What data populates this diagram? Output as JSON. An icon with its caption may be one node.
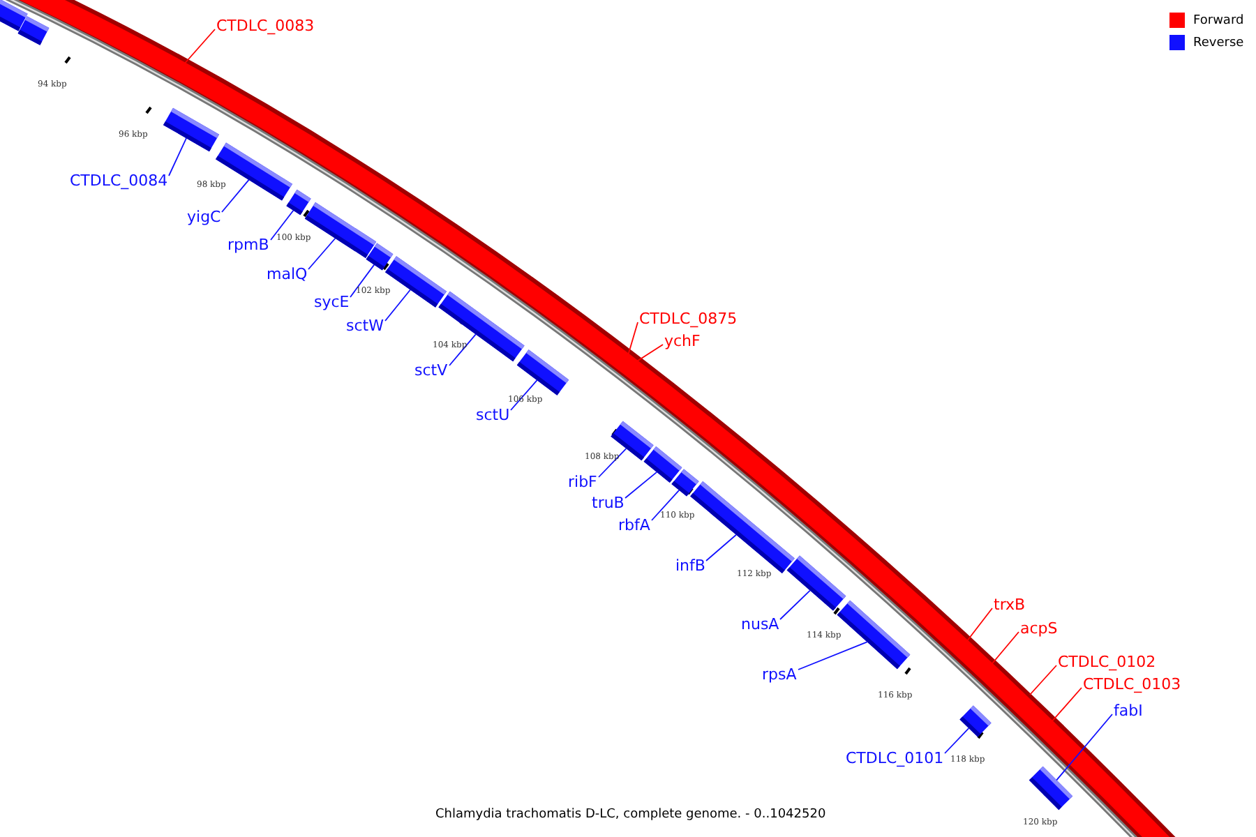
{
  "diagram": {
    "caption": "Chlamydia trachomatis D-LC, complete genome. - 0..1042520",
    "nodes": [
      {
        "text": [],
        "shape": "bar"
      },
      {
        "text": [],
        "shape": "bar"
      },
      {
        "text": [],
        "shape": "bar"
      },
      {
        "text": [],
        "shape": "bar"
      },
      {
        "text": [],
        "shape": "bar"
      },
      {
        "text": [],
        "shape": "bar"
      },
      {
        "text": [],
        "shape": "bar"
      },
      {
        "text": [],
        "shape": "bar"
      },
      {
        "text": [],
        "shape": "bar"
      },
      {
        "text": [],
        "shape": "bar"
      },
      {
        "text": [],
        "shape": "bar"
      },
      {
        "text": [],
        "shape": "bar"
      },
      {
        "text": [],
        "shape": "bar"
      },
      {
        "text": [],
        "shape": "bar"
      },
      {
        "text": [],
        "shape": "bar"
      },
      {
        "text": [],
        "shape": "bar"
      },
      {
        "text": [],
        "shape": "bar"
      },
      {
        "text": [],
        "shape": "bar"
      },
      {
        "text": [
          "CTDLC_0083"
        ]
      },
      {
        "text": [
          "CTDLC_0084"
        ]
      },
      {
        "text": [
          "yigC"
        ]
      },
      {
        "text": [
          "rpmB"
        ]
      },
      {
        "text": [
          "malQ"
        ]
      },
      {
        "text": [
          "sycE"
        ]
      },
      {
        "text": [
          "sctW"
        ]
      },
      {
        "text": [
          "sctV"
        ]
      },
      {
        "text": [
          "sctU"
        ]
      },
      {
        "text": [
          "CTDLC_0875"
        ]
      },
      {
        "text": [
          "ychF"
        ]
      },
      {
        "text": [
          "ribF"
        ]
      },
      {
        "text": [
          "truB"
        ]
      },
      {
        "text": [
          "rbfA"
        ]
      },
      {
        "text": [
          "infB"
        ]
      },
      {
        "text": [
          "nusA"
        ]
      },
      {
        "text": [
          "rpsA"
        ]
      },
      {
        "text": [
          "trxB"
        ]
      },
      {
        "text": [
          "acpS"
        ]
      },
      {
        "text": [
          "CTDLC_0102"
        ]
      },
      {
        "text": [
          "CTDLC_0103"
        ]
      },
      {
        "text": [
          "CTDLC_0101"
        ]
      },
      {
        "text": [
          "fabI"
        ]
      }
    ],
    "edges": [
      {
        "from": 18,
        "to": null,
        "arrow": "none",
        "color": "#ff0000"
      },
      {
        "from": 19,
        "to": 2,
        "arrow": "none"
      },
      {
        "from": 20,
        "to": 3,
        "arrow": "none"
      },
      {
        "from": 21,
        "to": 4,
        "arrow": "none"
      },
      {
        "from": 22,
        "to": 5,
        "arrow": "none"
      },
      {
        "from": 23,
        "to": 6,
        "arrow": "none"
      },
      {
        "from": 24,
        "to": 7,
        "arrow": "none"
      },
      {
        "from": 25,
        "to": 8,
        "arrow": "none"
      },
      {
        "from": 26,
        "to": 9,
        "arrow": "none"
      },
      {
        "from": 27,
        "to": null,
        "arrow": "none",
        "color": "#ff0000"
      },
      {
        "from": 28,
        "to": null,
        "arrow": "none",
        "color": "#ff0000"
      },
      {
        "from": 29,
        "to": 10,
        "arrow": "none"
      },
      {
        "from": 30,
        "to": 11,
        "arrow": "none"
      },
      {
        "from": 31,
        "to": 12,
        "arrow": "none"
      },
      {
        "from": 32,
        "to": 13,
        "arrow": "none"
      },
      {
        "from": 33,
        "to": 14,
        "arrow": "none"
      },
      {
        "from": 34,
        "to": 15,
        "arrow": "none"
      },
      {
        "from": 35,
        "to": null,
        "arrow": "none",
        "color": "#ff0000"
      },
      {
        "from": 36,
        "to": null,
        "arrow": "none",
        "color": "#ff0000"
      },
      {
        "from": 37,
        "to": null,
        "arrow": "none",
        "color": "#ff0000"
      },
      {
        "from": 38,
        "to": null,
        "arrow": "none",
        "color": "#ff0000"
      },
      {
        "from": 39,
        "to": 16,
        "arrow": "none"
      },
      {
        "from": 40,
        "to": 17,
        "arrow": "none"
      }
    ],
    "labels": [
      "94 kbp",
      "96 kbp",
      "98 kbp",
      "100 kbp",
      "102 kbp",
      "104 kbp",
      "106 kbp",
      "108 kbp",
      "110 kbp",
      "112 kbp",
      "114 kbp",
      "116 kbp",
      "118 kbp",
      "120 kbp"
    ],
    "legend": [
      {
        "text": "Forward",
        "color": "#ff0000"
      },
      {
        "text": "Reverse",
        "color": "#1010ff"
      }
    ]
  }
}
